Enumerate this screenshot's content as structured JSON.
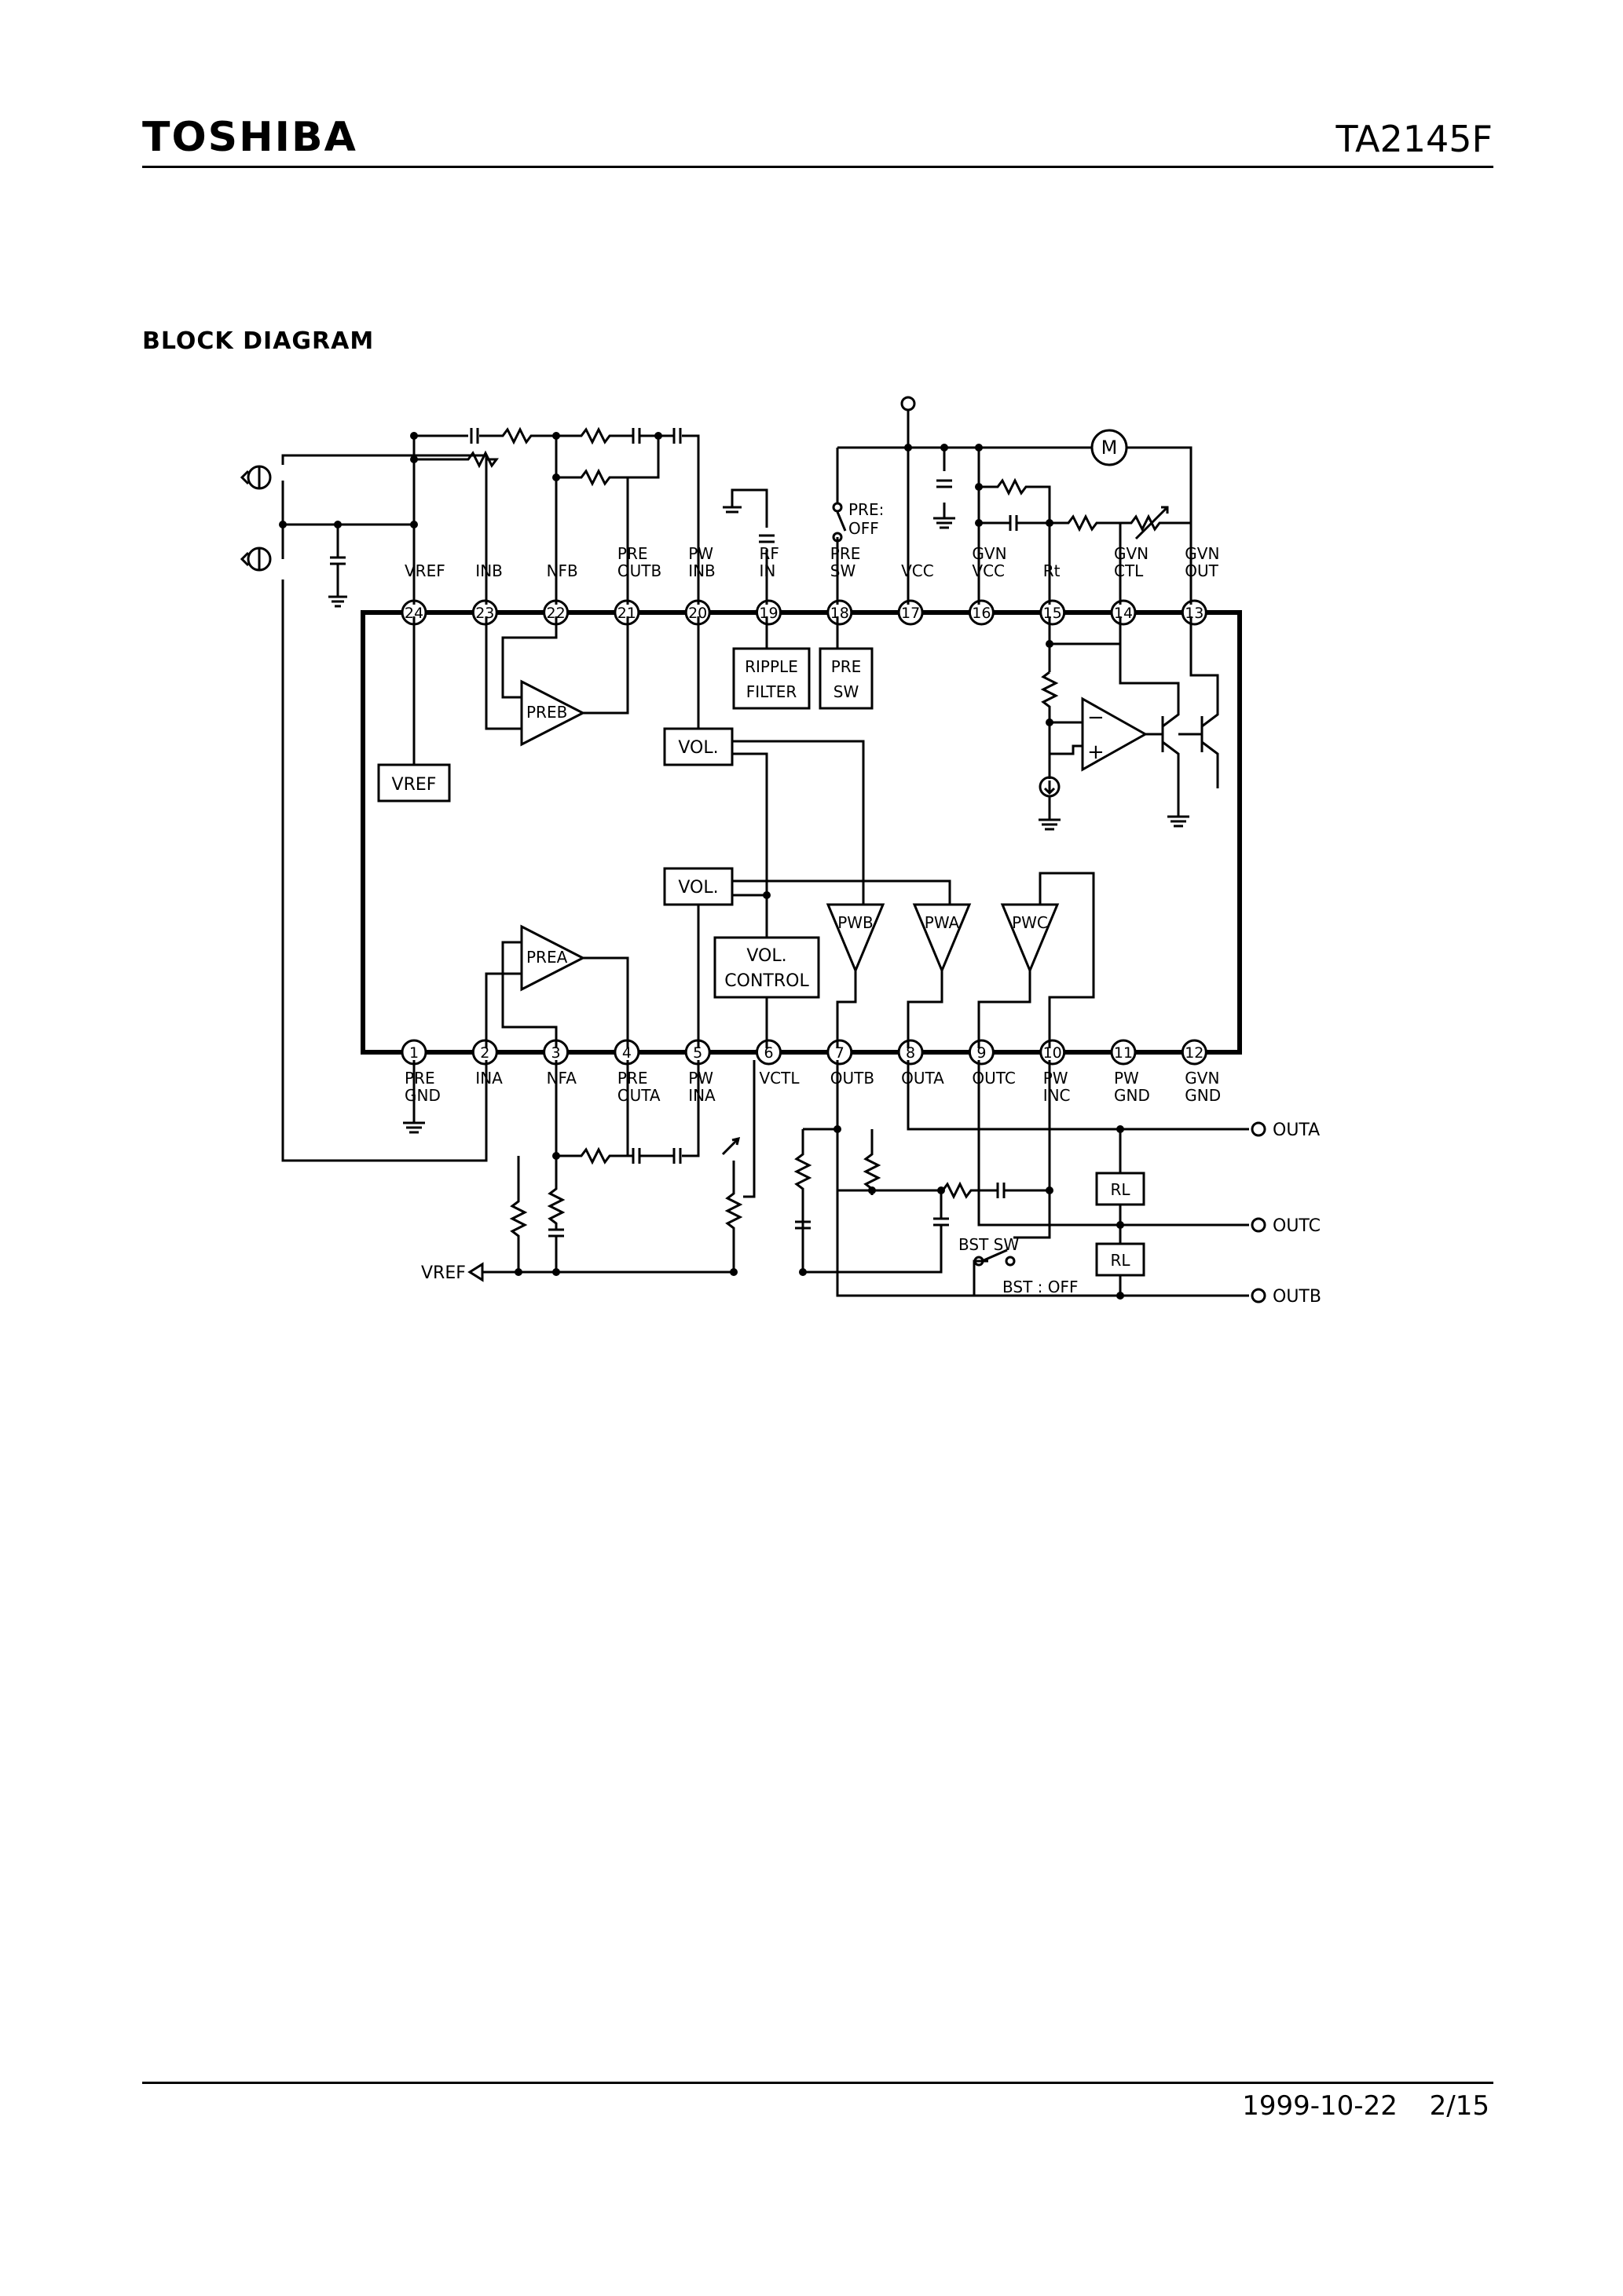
{
  "header": {
    "brand": "TOSHIBA",
    "part_number": "TA2145F"
  },
  "section_title": "BLOCK DIAGRAM",
  "footer": {
    "date": "1999-10-22",
    "page": "2/15"
  },
  "diagram": {
    "pins_top": [
      {
        "num": "24",
        "label": [
          "VREF"
        ]
      },
      {
        "num": "23",
        "label": [
          "INB"
        ]
      },
      {
        "num": "22",
        "label": [
          "NFB"
        ]
      },
      {
        "num": "21",
        "label": [
          "PRE",
          "OUTB"
        ]
      },
      {
        "num": "20",
        "label": [
          "PW",
          "INB"
        ]
      },
      {
        "num": "19",
        "label": [
          "RF",
          "IN"
        ]
      },
      {
        "num": "18",
        "label": [
          "PRE",
          "SW"
        ]
      },
      {
        "num": "17",
        "label": [
          "VCC"
        ]
      },
      {
        "num": "16",
        "label": [
          "GVN",
          "VCC"
        ]
      },
      {
        "num": "15",
        "label": [
          "Rt"
        ]
      },
      {
        "num": "14",
        "label": [
          "GVN",
          "CTL"
        ]
      },
      {
        "num": "13",
        "label": [
          "GVN",
          "OUT"
        ]
      }
    ],
    "pins_bottom": [
      {
        "num": "1",
        "label": [
          "PRE",
          "GND"
        ]
      },
      {
        "num": "2",
        "label": [
          "INA"
        ]
      },
      {
        "num": "3",
        "label": [
          "NFA"
        ]
      },
      {
        "num": "4",
        "label": [
          "PRE",
          "OUTA"
        ]
      },
      {
        "num": "5",
        "label": [
          "PW",
          "INA"
        ]
      },
      {
        "num": "6",
        "label": [
          "VCTL"
        ]
      },
      {
        "num": "7",
        "label": [
          "OUTB"
        ]
      },
      {
        "num": "8",
        "label": [
          "OUTA"
        ]
      },
      {
        "num": "9",
        "label": [
          "OUTC"
        ]
      },
      {
        "num": "10",
        "label": [
          "PW",
          "INC"
        ]
      },
      {
        "num": "11",
        "label": [
          "PW",
          "GND"
        ]
      },
      {
        "num": "12",
        "label": [
          "GVN",
          "GND"
        ]
      }
    ],
    "blocks": {
      "vref": "VREF",
      "vol_b": "VOL.",
      "vol_a": "VOL.",
      "vol_control": [
        "VOL.",
        "CONTROL"
      ],
      "ripple_filter": [
        "RIPPLE",
        "FILTER"
      ],
      "pre_sw": [
        "PRE",
        "SW"
      ],
      "pre_b": "PREB",
      "pre_a": "PREA",
      "pw_b": "PWB",
      "pw_a": "PWA",
      "pw_c": "PWC",
      "rl_1": "RL",
      "rl_2": "RL",
      "motor": "M"
    },
    "annotations": {
      "pre_off": [
        "PRE:",
        "OFF"
      ],
      "bst_sw": "BST SW",
      "bst_off": "BST : OFF",
      "vref_ext": "VREF",
      "out_a": "OUTA",
      "out_c": "OUTC",
      "out_b": "OUTB"
    }
  }
}
